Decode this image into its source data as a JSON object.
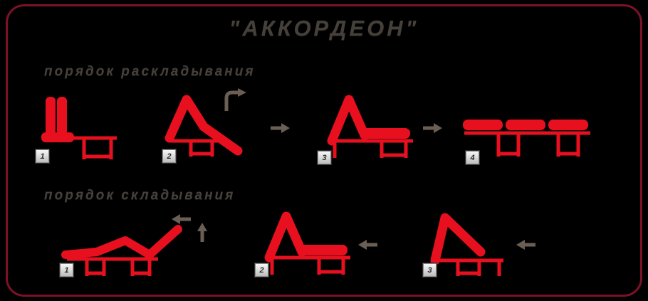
{
  "title": "\"АККОРДЕОН\"",
  "sections": {
    "unfold": {
      "label": "порядок раскладывания",
      "steps": [
        "1",
        "2",
        "3",
        "4"
      ]
    },
    "fold": {
      "label": "порядок складывания",
      "steps": [
        "1",
        "2",
        "3"
      ]
    }
  },
  "icons": {
    "arrow_right_icon": "→",
    "arrow_left_icon": "←",
    "arrow_up_icon": "↑",
    "curved_arrow_icon": "⤴"
  },
  "colors": {
    "background": "#000000",
    "border_maroon": "#7d1226",
    "sofa_red": "#e8101f",
    "arrow_gray": "#6b5f55",
    "heading_text": "#45403a",
    "step_box_bg": "#d9d9d9",
    "step_box_text": "#2d2d2d"
  }
}
